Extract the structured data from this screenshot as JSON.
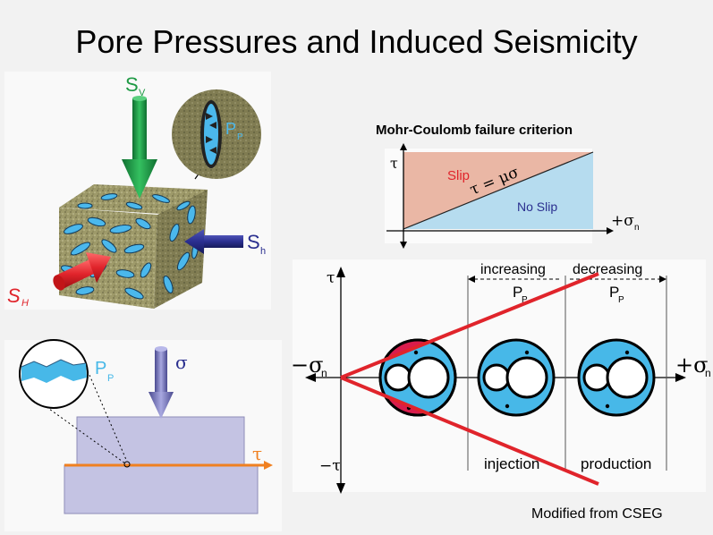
{
  "slide": {
    "title": "Pore Pressures and Induced Seismicity",
    "credit": "Modified from CSEG"
  },
  "block_panel": {
    "sv": "S",
    "sv_sub": "V",
    "sh": "S",
    "sh_sub": "h",
    "sH": "S",
    "sH_sub": "H",
    "pp": "P",
    "pp_sub": "P"
  },
  "mohr_small": {
    "title": "Mohr-Coulomb failure criterion",
    "y_label": "τ",
    "slip": "Slip",
    "no_slip": "No Slip",
    "equation": "τ = μσ",
    "x_label": "+σ",
    "x_sub": "n"
  },
  "fault_panel": {
    "pp": "P",
    "pp_sub": "P",
    "sigma": "σ",
    "tau": "τ"
  },
  "mohr_big": {
    "tau_top": "τ",
    "tau_bottom": "−τ",
    "minus_sigma": "−σ",
    "minus_sub": "n",
    "plus_sigma": "+σ",
    "plus_sub": "n",
    "increasing": "increasing",
    "decreasing": "decreasing",
    "pp_left": "P",
    "pp_left_sub": "P",
    "pp_right": "P",
    "pp_right_sub": "P",
    "injection": "injection",
    "production": "production"
  },
  "colors": {
    "cyan": "#47b8e8",
    "red": "#e0242b",
    "green": "#1f9a45",
    "navy": "#2a2f8f",
    "slip_fill": "#eab7a5",
    "noslip_fill": "#b6dcef",
    "fault_orange": "#f08020",
    "block_purple": "#c4c3e3"
  }
}
